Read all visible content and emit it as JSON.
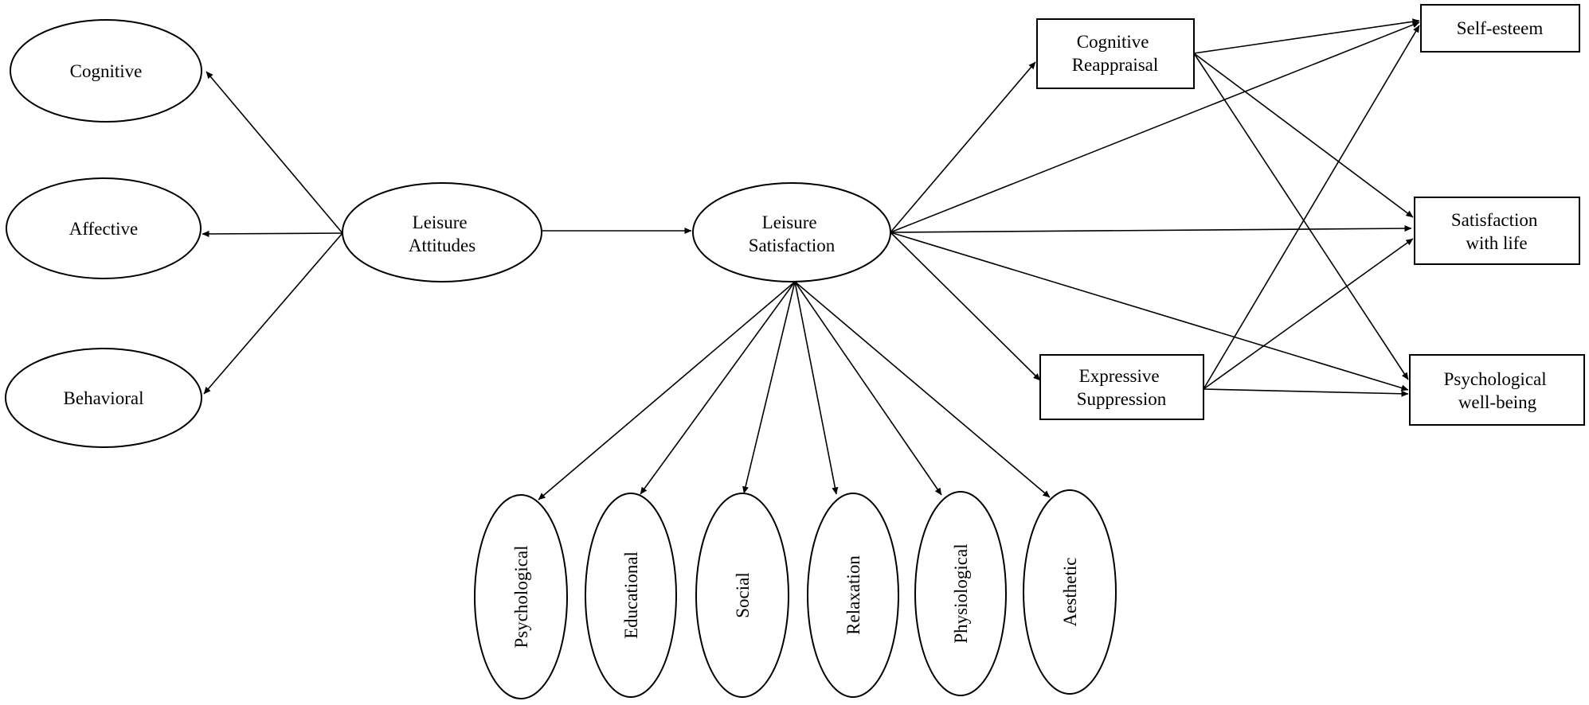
{
  "nodes": {
    "cognitive": {
      "lines": [
        "Cognitive"
      ]
    },
    "affective": {
      "lines": [
        "Affective"
      ]
    },
    "behavioral": {
      "lines": [
        "Behavioral"
      ]
    },
    "leisure_attitudes": {
      "lines": [
        "Leisure",
        "Attitudes"
      ]
    },
    "leisure_satisfaction": {
      "lines": [
        "Leisure",
        "Satisfaction"
      ]
    },
    "cognitive_reappraisal": {
      "lines": [
        "Cognitive",
        "Reappraisal"
      ]
    },
    "expressive_suppression": {
      "lines": [
        "Expressive",
        "Suppression"
      ]
    },
    "self_esteem": {
      "lines": [
        "Self-esteem"
      ]
    },
    "satisfaction_with_life": {
      "lines": [
        "Satisfaction",
        "with life"
      ]
    },
    "psychological_well_being": {
      "lines": [
        "Psychological",
        "well-being"
      ]
    },
    "psychological": {
      "lines": [
        "Psychological"
      ]
    },
    "educational": {
      "lines": [
        "Educational"
      ]
    },
    "social": {
      "lines": [
        "Social"
      ]
    },
    "relaxation": {
      "lines": [
        "Relaxation"
      ]
    },
    "physiological": {
      "lines": [
        "Physiological"
      ]
    },
    "aesthetic": {
      "lines": [
        "Aesthetic"
      ]
    }
  }
}
